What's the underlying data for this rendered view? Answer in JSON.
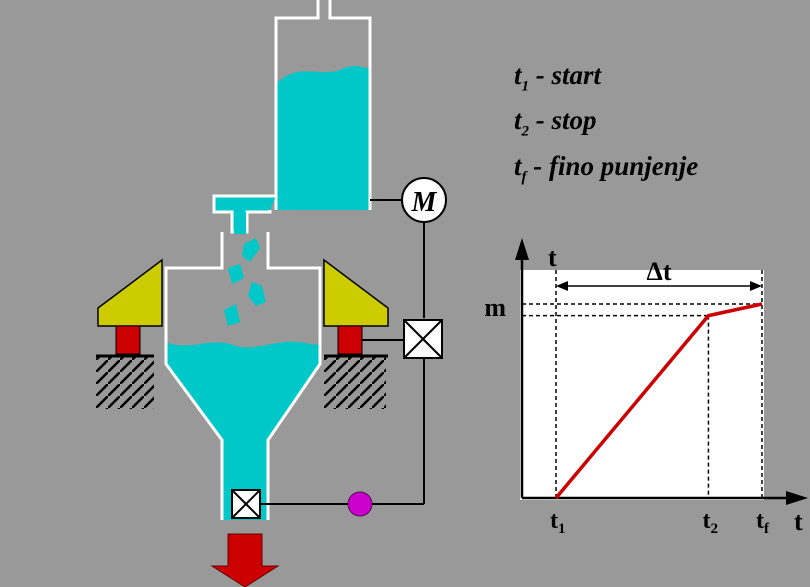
{
  "legend": {
    "items": [
      {
        "symbol": "t",
        "sub": "1",
        "text": " - start"
      },
      {
        "symbol": "t",
        "sub": "2",
        "text": " - stop"
      },
      {
        "symbol": "t",
        "sub": "f",
        "text": " - fino punjenje"
      }
    ]
  },
  "diagram": {
    "motor_label": "M",
    "colors": {
      "liquid": "#00C8C8",
      "hopper_wall": "#ffffff",
      "support": "#cccc00",
      "load_cell": "#cc0000",
      "sensor": "#cc00cc",
      "arrow": "#cc0000"
    }
  },
  "chart_data": {
    "type": "line",
    "x_label": "t",
    "y_label": "t",
    "y_tick": "m",
    "interval_label": "Δt",
    "x_ticks": [
      {
        "symbol": "t",
        "sub": "1"
      },
      {
        "symbol": "t",
        "sub": "2"
      },
      {
        "symbol": "t",
        "sub": "f"
      }
    ],
    "series": [
      {
        "points": [
          [
            0,
            0
          ],
          [
            0.74,
            0.94
          ],
          [
            1,
            1
          ]
        ]
      }
    ],
    "line_color": "#cc0000"
  }
}
